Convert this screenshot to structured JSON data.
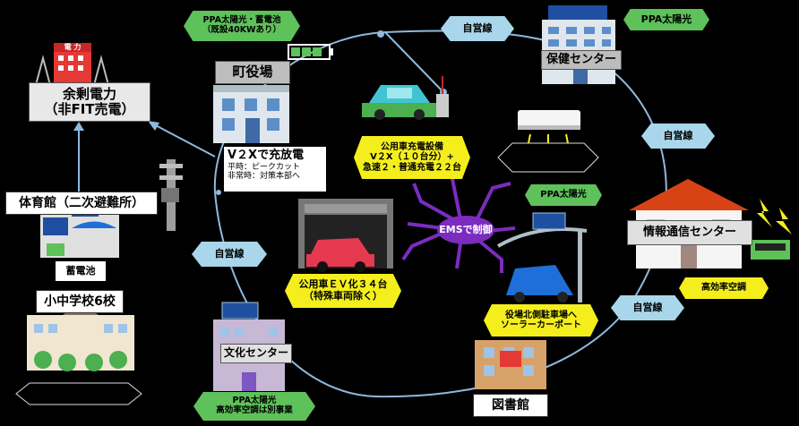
{
  "colors": {
    "background": "#000000",
    "yellow_label": "#f4ef1c",
    "green_label": "#5ec15a",
    "blue_label": "#a9d6ea",
    "route_line": "#8fb9dd",
    "ems_purple": "#7b2cbf"
  },
  "nodes": {
    "power_plant_label": "余剰電力\n（非FIT売電）",
    "power_plant_logo": "電 力",
    "town_hall": "町役場",
    "town_hall_tag": "PPA太陽光・蓄電池\n（既設40KWあり）",
    "v2x_title": "V２Xで充放電",
    "v2x_line1": "平時：ピークカット",
    "v2x_line2": "非常時：対策本部へ",
    "health_center": "保健センター",
    "health_tag": "PPA太陽光",
    "charging_label": "公用車充電設備\nV２X（１０台分）+\n急速２・普通充電２２台",
    "ems_label": "EMSで制御",
    "ev_label": "公用車ＥＶ化３４台\n（特殊車両除く）",
    "info_center": "情報通信センター",
    "info_ppa": "PPA太陽光",
    "info_aircon": "高効率空調",
    "carport_label": "役場北側駐車場へ\nソーラーカーポート",
    "gym": "体育館（二次避難所）",
    "battery": "蓄電池",
    "schools": "小中学校6校",
    "culture_center": "文化センター",
    "culture_tag": "PPA太陽光\n高効率空調は別事業",
    "library": "図書館",
    "own_line_top": "自営線",
    "own_line_right": "自営線",
    "own_line_left": "自営線",
    "own_line_bottom": "自営線"
  }
}
